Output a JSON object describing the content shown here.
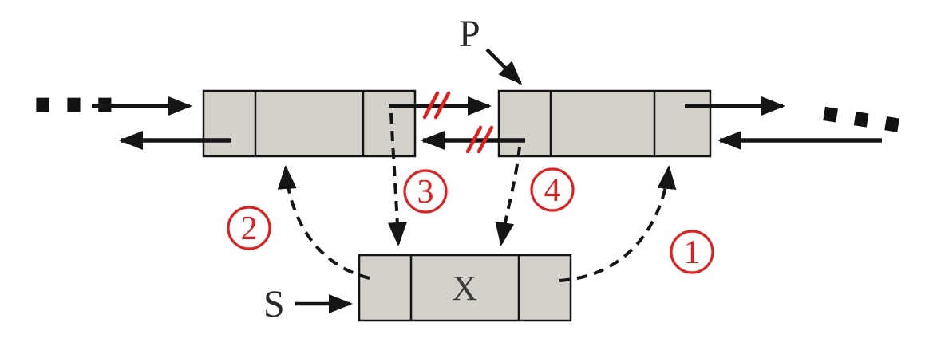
{
  "diagram": {
    "title_hint": "doubly-linked-list-insertion",
    "labels": {
      "p": "P",
      "s": "S",
      "x": "X",
      "ellipsis_left": "...",
      "ellipsis_right": "..."
    },
    "steps": {
      "s1": "1",
      "s2": "2",
      "s3": "3",
      "s4": "4"
    },
    "colors": {
      "red": "#e81c1c",
      "node_fill": "#d4d1ca",
      "line": "#151515"
    }
  }
}
